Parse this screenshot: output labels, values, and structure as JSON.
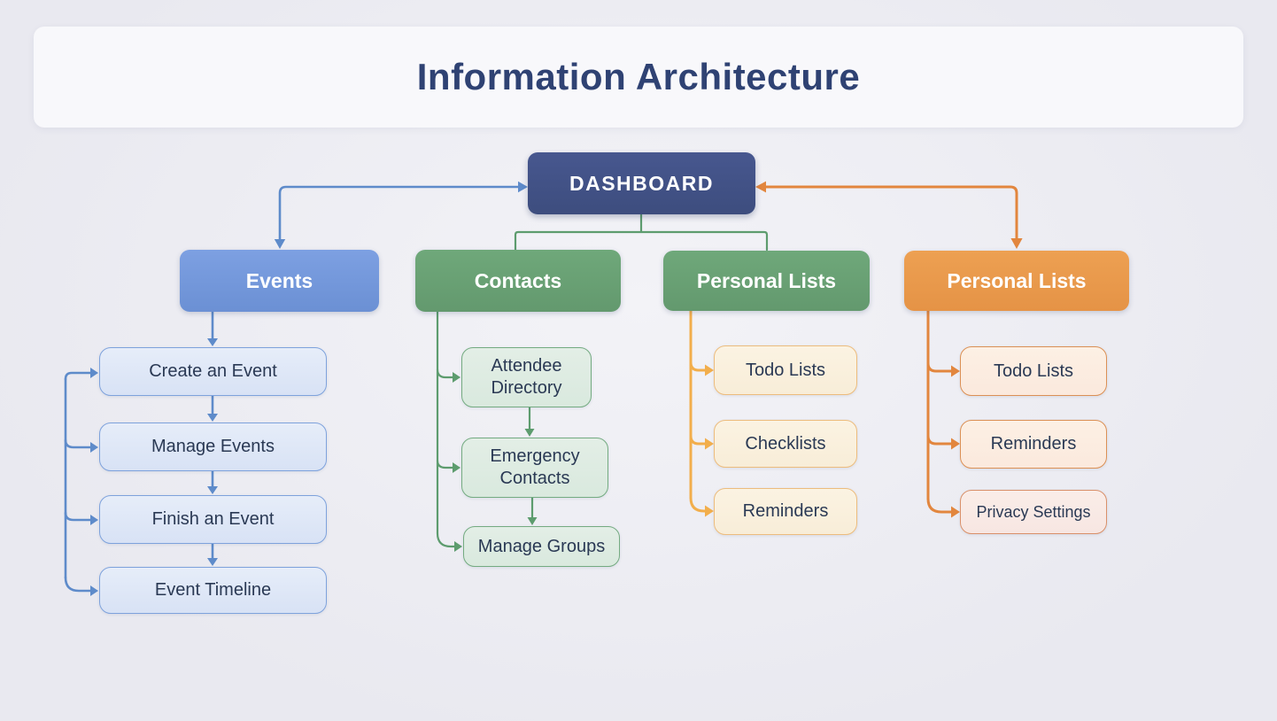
{
  "title": "Information Architecture",
  "colors": {
    "bg": "#e9e9f0",
    "card": "#f8f8fb",
    "titleText": "#2f4273",
    "dashboardBg": "#3d4d7e",
    "eventsBg": "#6b90d4",
    "greenBg": "#63996e",
    "orangeBg": "#e59346",
    "childText": "#2a3954",
    "blueLine": "#5e8bca",
    "greenLine": "#5d9c6e",
    "yellowLine": "#f2ae4c",
    "orangeLine": "#e2863e"
  },
  "tree": {
    "root": {
      "label": "DASHBOARD"
    },
    "branches": [
      {
        "label": "Events",
        "color": "#6b90d4",
        "children": [
          "Create an Event",
          "Manage Events",
          "Finish an Event",
          "Event Timeline"
        ]
      },
      {
        "label": "Contacts",
        "color": "#63996e",
        "children": [
          "Attendee Directory",
          "Emergency Contacts",
          "Manage Groups"
        ]
      },
      {
        "label": "Personal Lists",
        "color": "#63996e",
        "children": [
          "Todo Lists",
          "Checklists",
          "Reminders"
        ]
      },
      {
        "label": "Personal Lists",
        "color": "#e59346",
        "children": [
          "Todo Lists",
          "Reminders",
          "Privacy Settings"
        ]
      }
    ]
  }
}
